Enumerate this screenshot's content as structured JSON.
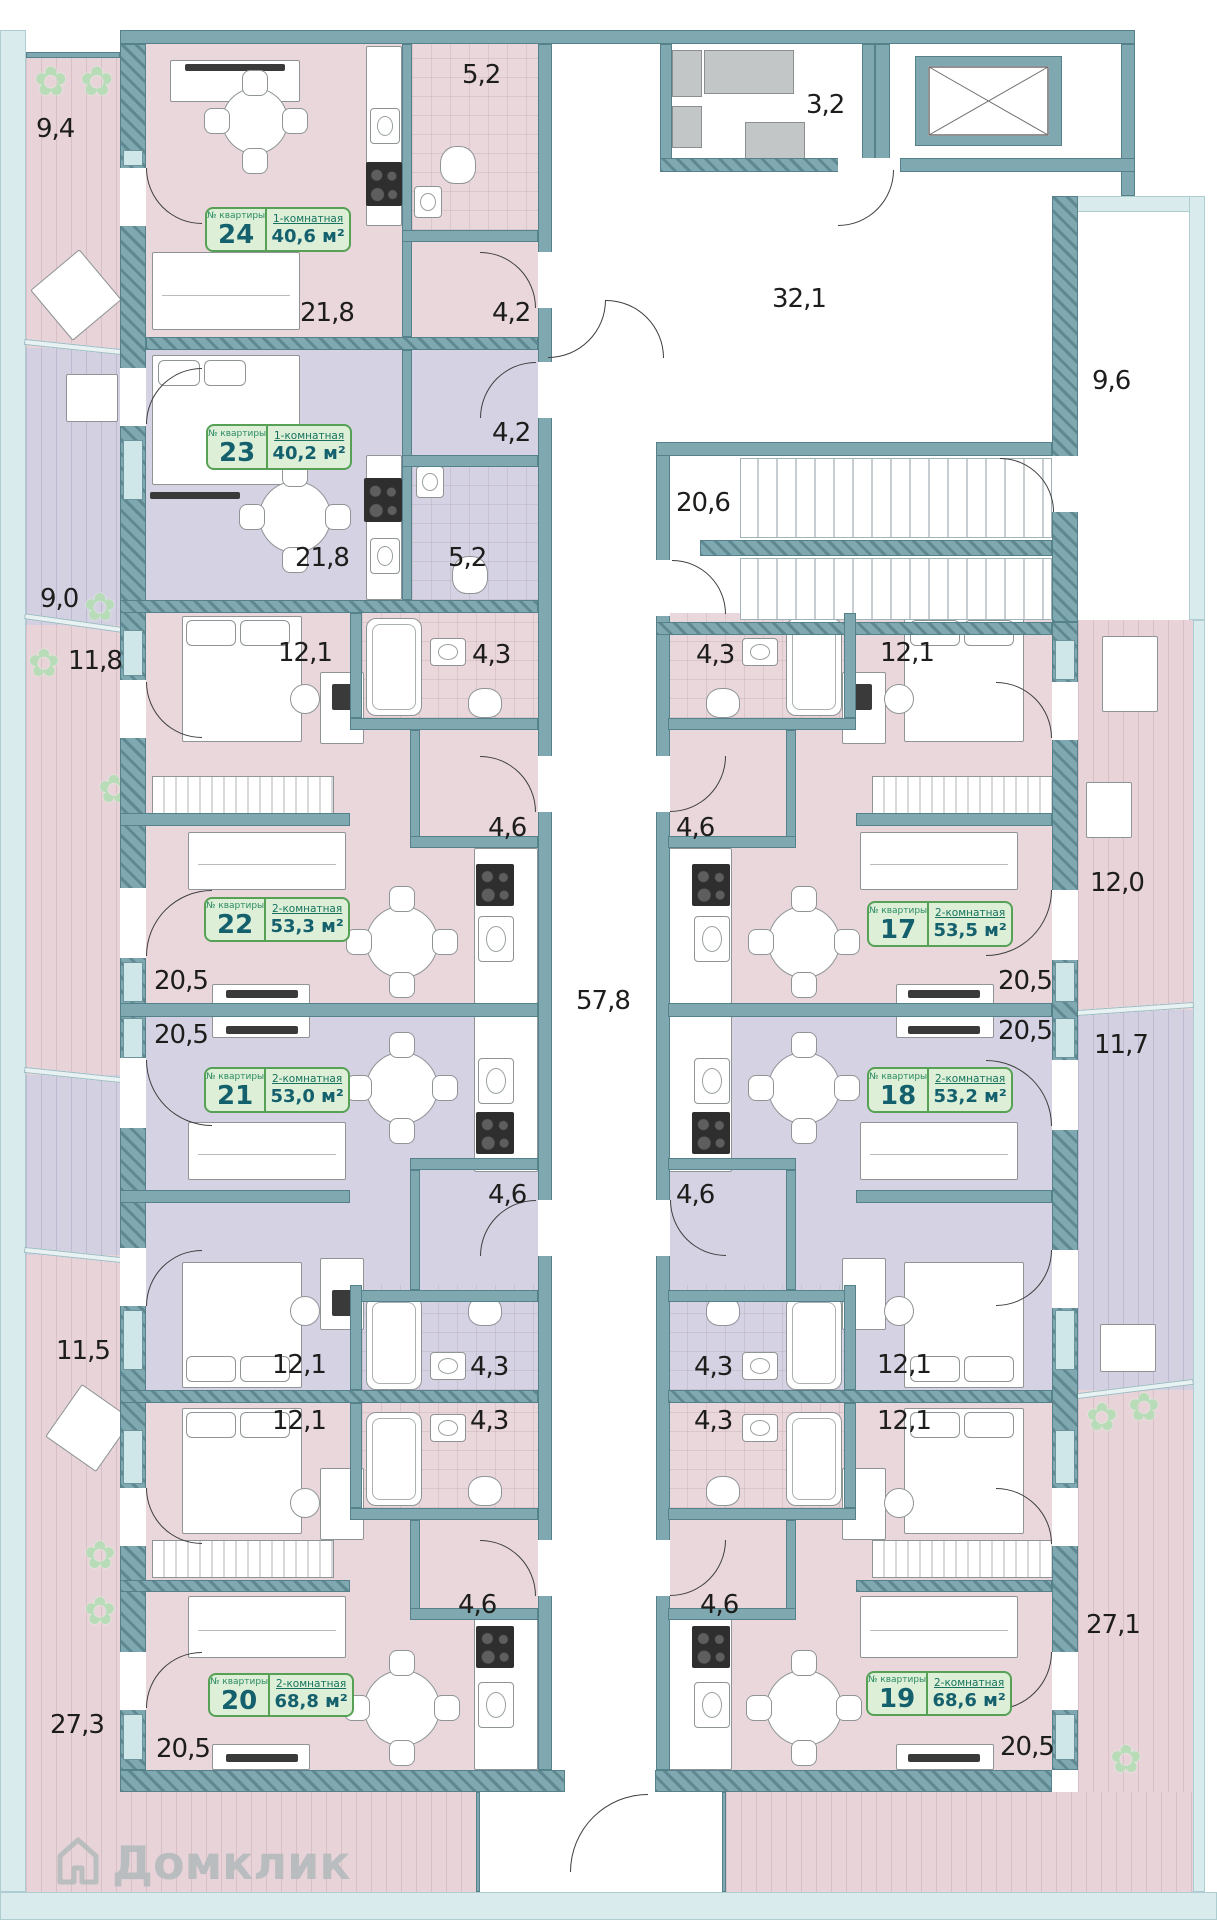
{
  "card_title": "№ квартиры",
  "apartments": [
    {
      "num": "24",
      "type": "1-комнатная",
      "area": "40,6 м²"
    },
    {
      "num": "23",
      "type": "1-комнатная",
      "area": "40,2 м²"
    },
    {
      "num": "22",
      "type": "2-комнатная",
      "area": "53,3 м²"
    },
    {
      "num": "21",
      "type": "2-комнатная",
      "area": "53,0 м²"
    },
    {
      "num": "17",
      "type": "2-комнатная",
      "area": "53,5 м²"
    },
    {
      "num": "18",
      "type": "2-комнатная",
      "area": "53,2 м²"
    },
    {
      "num": "20",
      "type": "2-комнатная",
      "area": "68,8 м²"
    },
    {
      "num": "19",
      "type": "2-комнатная",
      "area": "68,6 м²"
    }
  ],
  "dims": {
    "t_tl_1": "9,4",
    "t_tl_2": "9,0",
    "t_tl_3": "11,8",
    "t_tl_4": "11,5",
    "t_bl": "27,3",
    "t_br": "27,1",
    "t_tr_1": "12,0",
    "t_tr_2": "11,7",
    "balcony": "9,6",
    "tech": "3,2",
    "hallway": "32,1",
    "stairs": "20,6",
    "corridor": "57,8",
    "a24_living": "21,8",
    "a24_hall": "4,2",
    "a24_bath": "5,2",
    "a23_living": "21,8",
    "a23_hall": "4,2",
    "a23_bath": "5,2",
    "r1_bed_l": "12,1",
    "r1_bath_l": "4,3",
    "r1_bath_r": "4,3",
    "r1_bed_r": "12,1",
    "h1_l": "4,6",
    "h1_r": "4,6",
    "liv22": "20,5",
    "liv17": "20,5",
    "liv21": "20,5",
    "liv18": "20,5",
    "h2_l": "4,6",
    "h2_r": "4,6",
    "r3_bed_l": "12,1",
    "r3_bath_l": "4,3",
    "r3_bath_r": "4,3",
    "r3_bed_r": "12,1",
    "r4_bed_l": "12,1",
    "r4_bath_l": "4,3",
    "r4_bath_r": "4,3",
    "r4_bed_r": "12,1",
    "h3_l": "4,6",
    "h3_r": "4,6",
    "liv20": "20,5",
    "liv19": "20,5"
  },
  "watermark": {
    "text": "Домклик"
  },
  "colors": {
    "wall": "#7fa8b0",
    "pink": "#e9d7db",
    "purple": "#d5d2e4",
    "card_green": "#ddf0d7",
    "band": "#d9ebec"
  }
}
